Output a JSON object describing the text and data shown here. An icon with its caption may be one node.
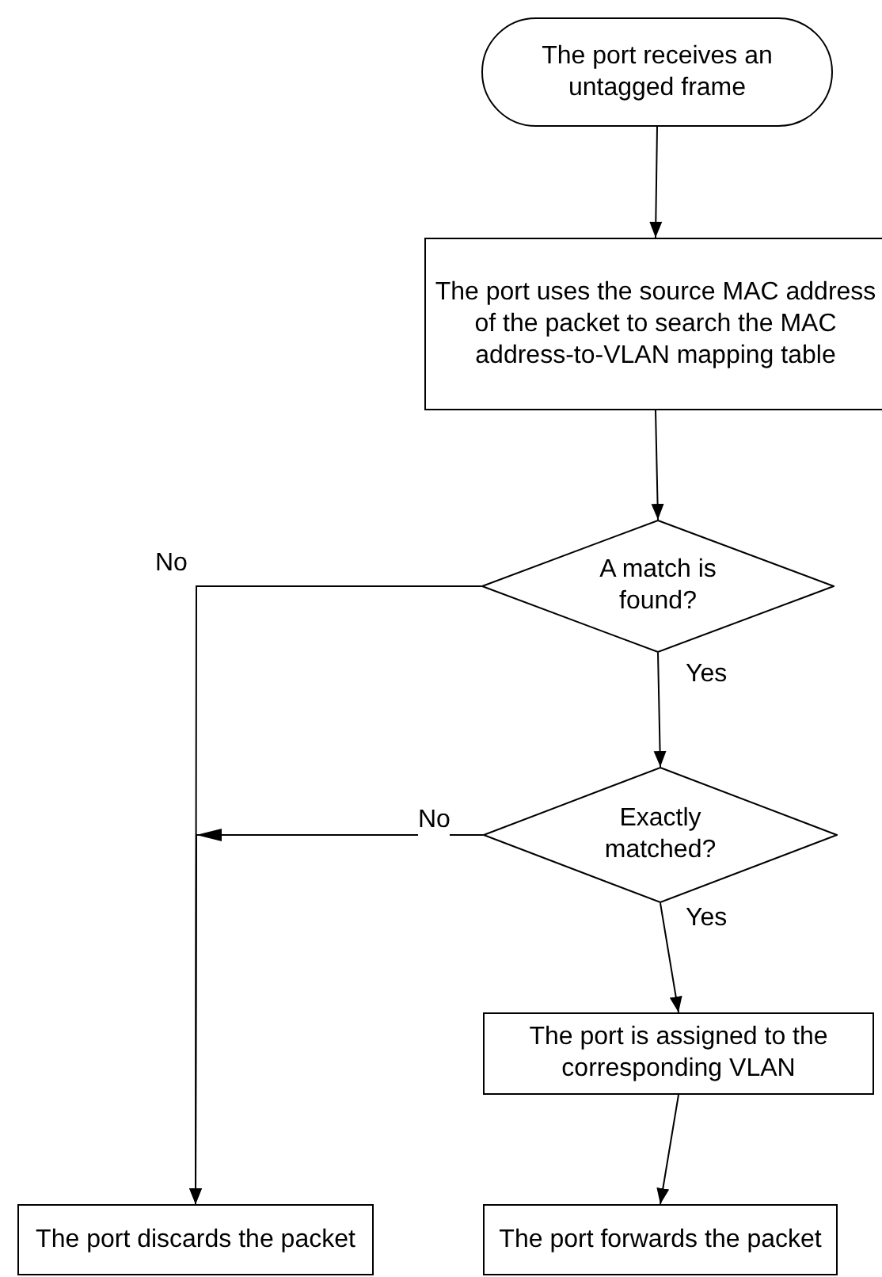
{
  "diagram": {
    "nodes": [
      {
        "text": [
          "The port receives an untagged frame"
        ]
      },
      {
        "text": [
          "The port uses the source MAC address of the packet to search the MAC address-to-VLAN mapping table"
        ]
      },
      {
        "text": [
          "A match is found?"
        ]
      },
      {
        "text": [
          "Exactly matched?"
        ]
      },
      {
        "text": [
          "The port is assigned to the corresponding VLAN"
        ]
      },
      {
        "text": [
          "The port discards the packet"
        ]
      },
      {
        "text": [
          "The port forwards the packet"
        ]
      }
    ],
    "edges": [
      {
        "from": 0,
        "to": 1,
        "arrow": "to"
      },
      {
        "from": 1,
        "to": 2,
        "arrow": "to"
      },
      {
        "from": 2,
        "to": 3,
        "arrow": "to",
        "label": "Yes"
      },
      {
        "from": 2,
        "to": 5,
        "arrow": "to",
        "label": "No"
      },
      {
        "from": 3,
        "to": 5,
        "arrow": "to",
        "label": "No"
      },
      {
        "from": 3,
        "to": 4,
        "arrow": "to",
        "label": "Yes"
      },
      {
        "from": 4,
        "to": 6,
        "arrow": "to"
      }
    ]
  }
}
